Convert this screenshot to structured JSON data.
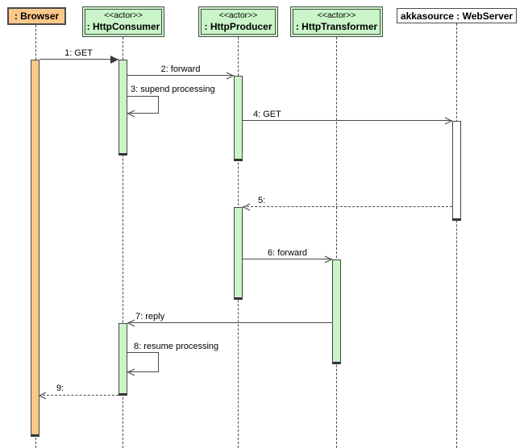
{
  "diagram_type": "uml-sequence-diagram",
  "participants": [
    {
      "name": ": Browser"
    },
    {
      "stereotype": "<<actor>>",
      "name": ": HttpConsumer"
    },
    {
      "stereotype": "<<actor>>",
      "name": ": HttpProducer"
    },
    {
      "stereotype": "<<actor>>",
      "name": ": HttpTransformer"
    },
    {
      "name": "akkasource : WebServer"
    }
  ],
  "messages": [
    {
      "label": "1: GET",
      "from": ": Browser",
      "to": ": HttpConsumer",
      "line": "solid",
      "arrow": "filled"
    },
    {
      "label": "2: forward",
      "from": ": HttpConsumer",
      "to": ": HttpProducer",
      "line": "solid",
      "arrow": "open"
    },
    {
      "label": "3: supend processing",
      "from": ": HttpConsumer",
      "to": ": HttpConsumer",
      "line": "solid",
      "arrow": "open",
      "self": true
    },
    {
      "label": "4: GET",
      "from": ": HttpProducer",
      "to": "akkasource : WebServer",
      "line": "solid",
      "arrow": "open"
    },
    {
      "label": "5:",
      "from": "akkasource : WebServer",
      "to": ": HttpProducer",
      "line": "dashed",
      "arrow": "open"
    },
    {
      "label": "6: forward",
      "from": ": HttpProducer",
      "to": ": HttpTransformer",
      "line": "solid",
      "arrow": "open"
    },
    {
      "label": "7: reply",
      "from": ": HttpTransformer",
      "to": ": HttpConsumer",
      "line": "solid",
      "arrow": "open"
    },
    {
      "label": "8: resume processing",
      "from": ": HttpConsumer",
      "to": ": HttpConsumer",
      "line": "solid",
      "arrow": "open",
      "self": true
    },
    {
      "label": "9:",
      "from": ": HttpConsumer",
      "to": ": Browser",
      "line": "dashed",
      "arrow": "open"
    }
  ],
  "colors": {
    "actor_fill": "#c9f5c8",
    "browser_fill": "#fbc88a",
    "webserver_fill": "#ffffff",
    "line": "#4a4a4a",
    "text": "#000000",
    "background": "#ffffff"
  }
}
